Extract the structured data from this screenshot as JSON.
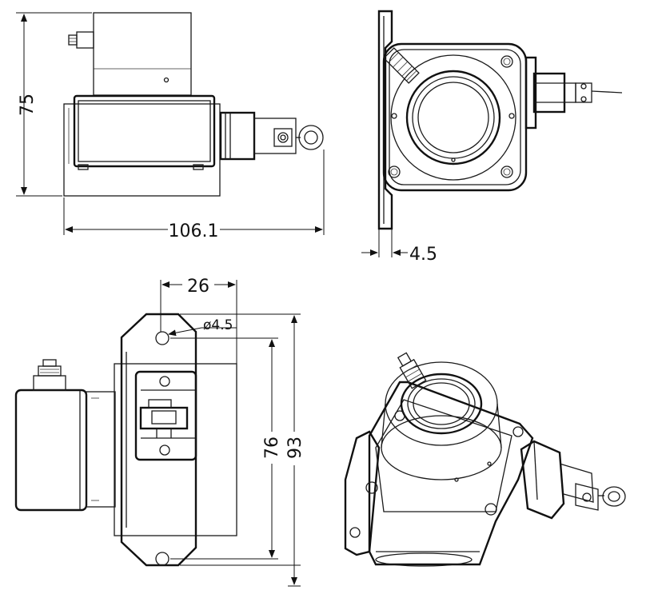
{
  "dimensions": {
    "height_side": "75",
    "length_side": "106.1",
    "flange_thickness": "4.5",
    "hole_offset": "26",
    "hole_diameter": "ø4.5",
    "hole_spacing": "76",
    "flange_height": "93"
  }
}
